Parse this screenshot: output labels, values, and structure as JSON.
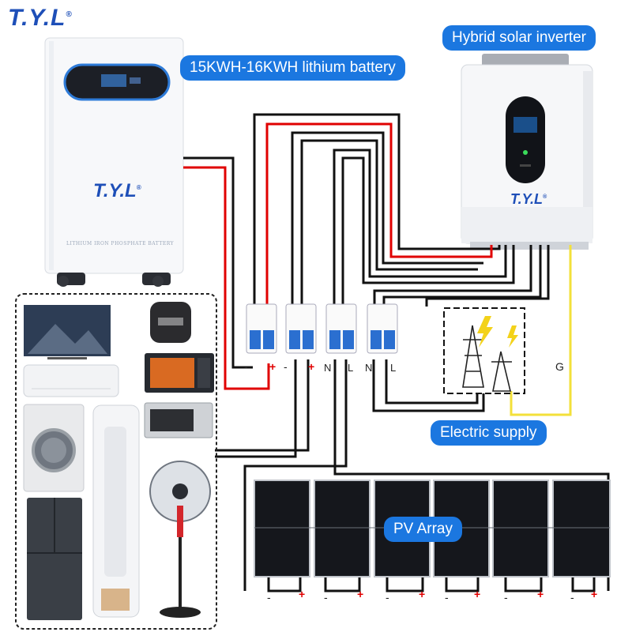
{
  "brand": {
    "name": "T.Y.L",
    "registered": "®"
  },
  "labels": {
    "battery": "15KWH-16KWH lithium battery",
    "inverter": "Hybrid solar inverter",
    "supply": "Electric supply",
    "pv": "PV Array"
  },
  "battery": {
    "brand": "T.Y.L",
    "registered": "®",
    "subtitle": "LITHIUM IRON PHOSPHATE BATTERY"
  },
  "inverter": {
    "brand": "T.Y.L",
    "registered": "®"
  },
  "breaker_terminals": [
    {
      "text": "-",
      "kind": "minus"
    },
    {
      "text": "+",
      "kind": "plus"
    },
    {
      "text": "-",
      "kind": "minus"
    },
    {
      "text": "+",
      "kind": "plus"
    },
    {
      "text": "N",
      "kind": "term"
    },
    {
      "text": "L",
      "kind": "term"
    },
    {
      "text": "N",
      "kind": "term"
    },
    {
      "text": "L",
      "kind": "term"
    }
  ],
  "ground_label": "G",
  "pv_terminals": [
    "-",
    "+",
    "-",
    "+",
    "-",
    "+",
    "-",
    "+",
    "-",
    "+",
    "-",
    "+"
  ],
  "colors": {
    "accent": "#1b77e0",
    "positive": "#e00000",
    "ground": "#f3e03a",
    "brand": "#1e4fb8"
  }
}
